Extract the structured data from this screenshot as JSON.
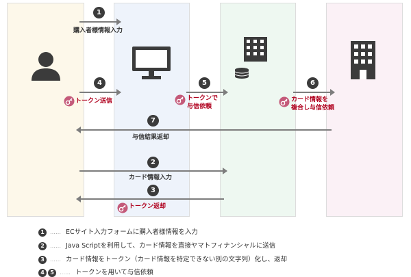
{
  "colors": {
    "user_column": "#fdf8ea",
    "shop_column": "#eef3fb",
    "payment_column": "#eef8f1",
    "card_column": "#fbf1f6",
    "arrow": "#7d7d7d",
    "token_text": "#b0001e",
    "key_icon": "#c45a7a",
    "icon_dark": "#3b3b3b"
  },
  "icons": {
    "user": "person-icon",
    "shop": "monitor-icon",
    "payment": "building-with-coins-icon",
    "card": "building-icon",
    "token": "key-icon"
  },
  "steps": [
    {
      "num": "1",
      "label": "購入者様情報入力"
    },
    {
      "num": "2",
      "label": "カード情報入力"
    },
    {
      "num": "3",
      "label": "トークン返却"
    },
    {
      "num": "4",
      "label": "トークン送信"
    },
    {
      "num": "5",
      "label_line1": "トークンで",
      "label_line2": "与信依頼"
    },
    {
      "num": "6",
      "label_line1": "カード情報を",
      "label_line2": "複合し与信依頼"
    },
    {
      "num": "7",
      "label": "与信結果返却"
    }
  ],
  "legend": [
    {
      "num": "1",
      "dots": "……",
      "text": "ECサイト入力フォームに購入者様情報を入力"
    },
    {
      "num": "2",
      "dots": "……",
      "text": "Java Scriptを利用して、カード情報を直接ヤマトフィナンシャルに送信"
    },
    {
      "num": "3",
      "dots": "……",
      "text": "カード情報をトークン（カード情報を特定できない別の文字列）化し、返却"
    },
    {
      "num": "4",
      "num2": "5",
      "dots": "……",
      "text": "トークンを用いて与信依頼"
    }
  ]
}
